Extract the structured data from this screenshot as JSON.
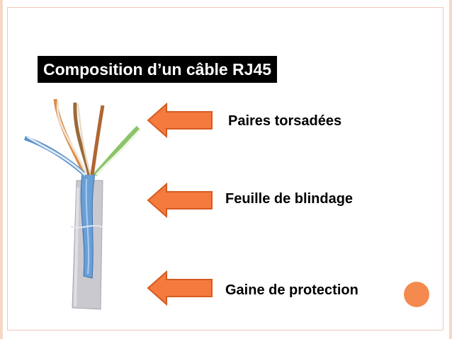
{
  "slide": {
    "title": "Composition d’un câble RJ45",
    "labels": [
      {
        "text": "Paires torsadées",
        "icon": "arrow-left-icon"
      },
      {
        "text": "Feuille de blindage",
        "icon": "arrow-left-icon"
      },
      {
        "text": "Gaine de protection",
        "icon": "arrow-left-icon"
      }
    ]
  },
  "colors": {
    "arrow_fill": "#f47a3e",
    "arrow_stroke": "#d65a20",
    "accent_dot": "#f58a4e",
    "frame": "#f1c9b8"
  }
}
